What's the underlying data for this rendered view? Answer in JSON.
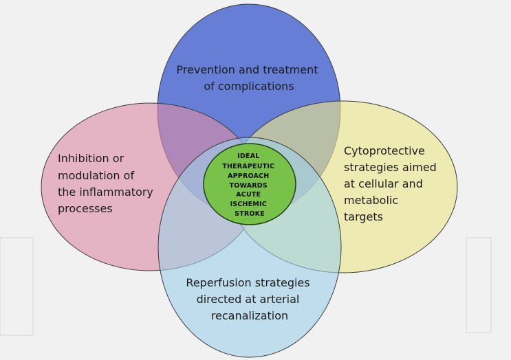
{
  "diagram": {
    "center": {
      "lines": [
        "IDEAL",
        "THERAPEUTIC",
        "APPROACH",
        "TOWARDS",
        "ACUTE",
        "ISCHEMIC",
        "STROKE"
      ]
    },
    "circles": [
      {
        "id": "top",
        "lines": [
          "Prevention and treatment",
          "of complications"
        ]
      },
      {
        "id": "left",
        "lines": [
          "Inhibition or",
          "modulation of",
          "the inflammatory",
          "processes"
        ]
      },
      {
        "id": "right",
        "lines": [
          "Cytoprotective",
          "strategies aimed",
          "at cellular and",
          "metabolic",
          "targets"
        ]
      },
      {
        "id": "bottom",
        "lines": [
          "Reperfusion strategies",
          "directed at arterial",
          "recanalization"
        ]
      }
    ]
  },
  "colors": {
    "background": "#f1f1f1",
    "top": "#5a74d4",
    "left": "#dc8ca8",
    "right": "#ece68a",
    "bottom": "#9fd0ea",
    "center_fill": "#79c24a",
    "center_stroke": "#1f3f12",
    "outline": "#3a3a3a"
  }
}
